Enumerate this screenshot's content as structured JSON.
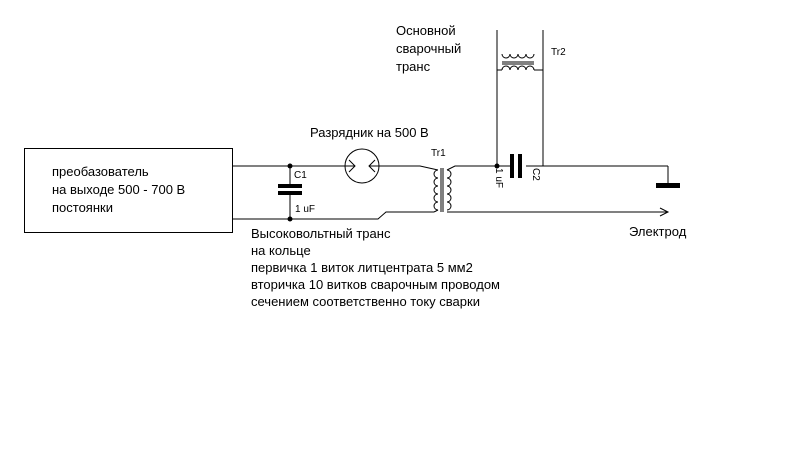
{
  "converter": {
    "line1": "преобазователь",
    "line2": "на выходе 500 - 700 В",
    "line3": "постоянки"
  },
  "spark_gap": {
    "label": "Разрядник на 500 В"
  },
  "c1": {
    "name": "C1",
    "value": "1 uF"
  },
  "c2": {
    "name": "C2",
    "value": "1 uF"
  },
  "tr1": {
    "name": "Tr1"
  },
  "tr2": {
    "name": "Tr2",
    "line1": "Основной",
    "line2": "сварочный",
    "line3": "транс"
  },
  "electrode": {
    "label": "Электрод"
  },
  "hv_transformer_note": [
    "Высоковольтный транс",
    "на кольце",
    "первичка 1 виток литцентрата 5 мм2",
    "вторичка 10 витков сварочным проводом",
    "сечением соответственно току сварки"
  ]
}
